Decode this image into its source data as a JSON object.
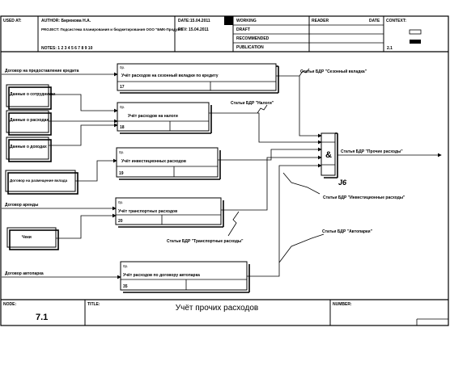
{
  "header": {
    "used_at": "USED AT:",
    "author": "AUTHOR:  Бирюкова Н.А.",
    "project": "PROJECT:  Подсистема планирования и бюджетирования ООО \"БМК-Продукт\"",
    "notes": "NOTES:  1  2  3  4  5  6  7  8  9  10",
    "date": "DATE:15.04.2011",
    "rev": "REV:  15.04.2011",
    "working": "WORKING",
    "draft": "DRAFT",
    "recommended": "RECOMMENDED",
    "publication": "PUBLICATION",
    "reader": "READER",
    "date2": "DATE",
    "context": "CONTEXT:",
    "node_ref": "2.1"
  },
  "footer": {
    "node_label": "NODE:",
    "node_value": "7.1",
    "title_label": "TITLE:",
    "title_value": "Учёт прочих расходов",
    "number_label": "NUMBER:"
  },
  "inputs": [
    "Договор на предоставление кредита",
    "Данные о сотрудниках",
    "Данные о расходах",
    "Данные о доходах",
    "Договор на размещение вклада",
    "Договор аренды",
    "Чеки",
    "Договор автопарка"
  ],
  "activities": [
    {
      "label": "Учёт расходов на сезонный вкладки по кредиту",
      "number": "17",
      "tag": "0р."
    },
    {
      "label": "Учёт расходов на налоги",
      "number": "18",
      "tag": "0р."
    },
    {
      "label": "Учёт инвестиционных расходов",
      "number": "19",
      "tag": "0р."
    },
    {
      "label": "Учёт транспортных расходов",
      "number": "20",
      "tag": "0р."
    },
    {
      "label": "Учёт расходов по договору автопарка",
      "number": "35",
      "tag": "0р."
    }
  ],
  "junction": {
    "symbol": "&",
    "id": "J6"
  },
  "outputs": [
    "Статьи БДР \"Сезонный вкладка\"",
    "Статьи БДР \"Налоги\"",
    "Статья БДР \"Прочие расходы\"",
    "Статьи БДР \"Инвестиционные расходы\"",
    "Статьи БДР \"Транспортные расходы\"",
    "Статьи БДР \"Автопарки\""
  ]
}
